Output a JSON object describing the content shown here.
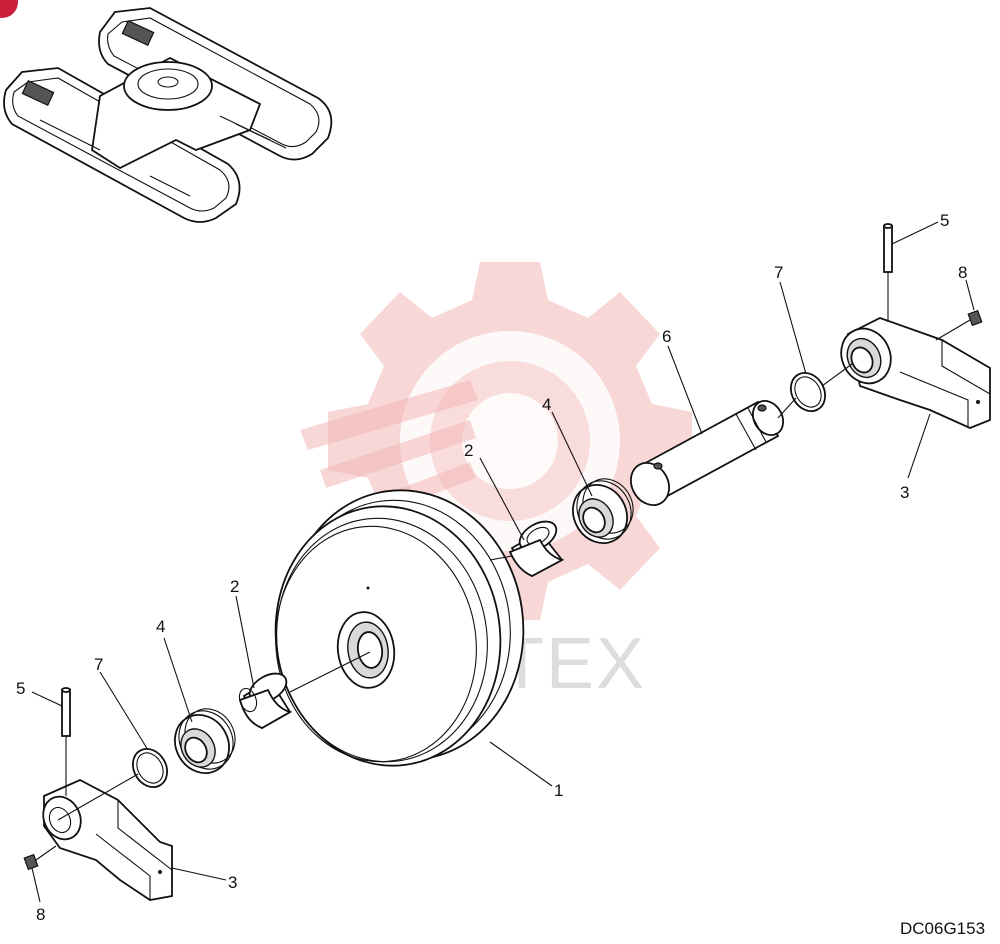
{
  "diagram": {
    "drawing_code": "DC06G153",
    "watermark_text": "MHTEX",
    "callouts": [
      {
        "id": "c1",
        "label": "1"
      },
      {
        "id": "c2a",
        "label": "2"
      },
      {
        "id": "c2b",
        "label": "2"
      },
      {
        "id": "c3a",
        "label": "3"
      },
      {
        "id": "c3b",
        "label": "3"
      },
      {
        "id": "c4a",
        "label": "4"
      },
      {
        "id": "c4b",
        "label": "4"
      },
      {
        "id": "c5a",
        "label": "5"
      },
      {
        "id": "c5b",
        "label": "5"
      },
      {
        "id": "c6",
        "label": "6"
      },
      {
        "id": "c7a",
        "label": "7"
      },
      {
        "id": "c7b",
        "label": "7"
      },
      {
        "id": "c8a",
        "label": "8"
      },
      {
        "id": "c8b",
        "label": "8"
      }
    ],
    "colors": {
      "watermark": "#f3b7b7",
      "corner_badge": "#cc1f3c"
    }
  }
}
